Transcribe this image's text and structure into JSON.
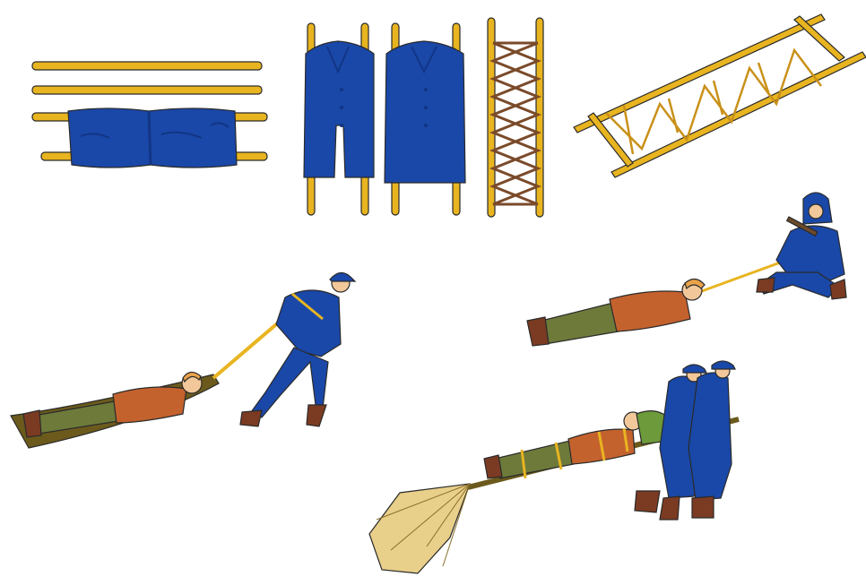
{
  "illustration": {
    "colors": {
      "pole": "#e8b420",
      "pole_outline": "#2a2a2a",
      "cloth": "#1a48a8",
      "cloth_shadow": "#123585",
      "rope": "#7a4a2a",
      "skin": "#f2c89a",
      "hair": "#e9a24a",
      "shirt": "#c4622e",
      "trousers": "#6d7a3a",
      "boots": "#7b3b22",
      "brush": "#e8cf8a",
      "sledge": "#6b5a1c"
    },
    "panels": [
      {
        "name": "pole-and-jacket-stretcher"
      },
      {
        "name": "coat-stretcher"
      },
      {
        "name": "rope-lashed-pole-stretcher"
      },
      {
        "name": "improvised-frame-stretcher"
      },
      {
        "name": "dragging-with-strap"
      },
      {
        "name": "dragging-while-crawling"
      },
      {
        "name": "carrying-on-pole-with-brush"
      }
    ]
  }
}
